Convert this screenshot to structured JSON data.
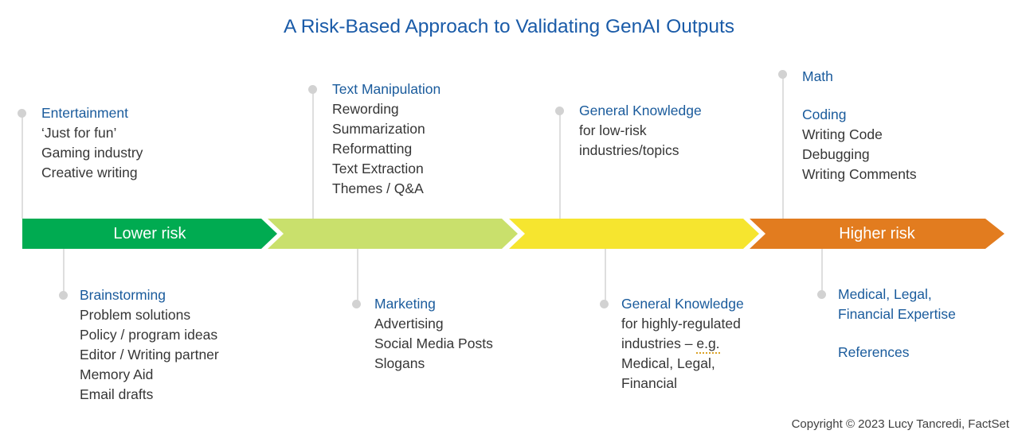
{
  "title": "A Risk-Based Approach to Validating GenAI Outputs",
  "copyright": "Copyright © 2023 Lucy Tancredi, FactSet",
  "colors": {
    "title_blue": "#1a5ba8",
    "heading_blue": "#1a5b9c",
    "body_gray": "#363636",
    "connector_gray": "#dedede",
    "squiggle_gold": "#d9a126"
  },
  "arrow": {
    "segments": [
      {
        "id": "lower-risk",
        "label": "Lower risk",
        "color": "#00ab51"
      },
      {
        "id": "low-mid",
        "label": "",
        "color": "#c9e06c"
      },
      {
        "id": "mid-high",
        "label": "",
        "color": "#f6e52f"
      },
      {
        "id": "higher-risk",
        "label": "Higher risk",
        "color": "#e27c1f"
      }
    ]
  },
  "callouts": {
    "top": [
      {
        "id": "entertainment",
        "lines": [
          {
            "style": "heading",
            "text": "Entertainment"
          },
          {
            "style": "body",
            "text": "‘Just for fun’"
          },
          {
            "style": "body",
            "text": "Gaming industry"
          },
          {
            "style": "body",
            "text": "Creative writing"
          }
        ]
      },
      {
        "id": "text-manipulation",
        "lines": [
          {
            "style": "heading",
            "text": "Text Manipulation"
          },
          {
            "style": "body",
            "text": "Rewording"
          },
          {
            "style": "body",
            "text": "Summarization"
          },
          {
            "style": "body",
            "text": "Reformatting"
          },
          {
            "style": "body",
            "text": "Text Extraction"
          },
          {
            "style": "body",
            "text": "Themes / Q&A"
          }
        ]
      },
      {
        "id": "general-knowledge-low-risk",
        "lines": [
          {
            "style": "heading",
            "text": "General Knowledge"
          },
          {
            "style": "body",
            "text": "for low-risk"
          },
          {
            "style": "body",
            "text": "industries/topics"
          }
        ]
      },
      {
        "id": "math-coding",
        "lines": [
          {
            "style": "heading",
            "text": "Math"
          },
          {
            "style": "blank"
          },
          {
            "style": "heading",
            "text": "Coding"
          },
          {
            "style": "body",
            "text": "Writing Code"
          },
          {
            "style": "body",
            "text": "Debugging"
          },
          {
            "style": "body",
            "text": "Writing Comments"
          }
        ]
      }
    ],
    "bottom": [
      {
        "id": "brainstorming",
        "lines": [
          {
            "style": "heading",
            "text": "Brainstorming"
          },
          {
            "style": "body",
            "text": "Problem solutions"
          },
          {
            "style": "body",
            "text": "Policy / program ideas"
          },
          {
            "style": "body",
            "text": "Editor / Writing partner"
          },
          {
            "style": "body",
            "text": "Memory Aid"
          },
          {
            "style": "body",
            "text": "Email drafts"
          }
        ]
      },
      {
        "id": "marketing",
        "lines": [
          {
            "style": "heading",
            "text": "Marketing"
          },
          {
            "style": "body",
            "text": "Advertising"
          },
          {
            "style": "body",
            "text": "Social Media Posts"
          },
          {
            "style": "body",
            "text": "Slogans"
          }
        ]
      },
      {
        "id": "general-knowledge-high-risk",
        "lines": [
          {
            "style": "heading",
            "text": "General Knowledge"
          },
          {
            "style": "body",
            "text": "for highly-regulated"
          },
          {
            "style": "body",
            "parts": [
              {
                "text": "industries – "
              },
              {
                "text": "e.g.",
                "squiggle": true
              }
            ]
          },
          {
            "style": "body",
            "text": "Medical, Legal,"
          },
          {
            "style": "body",
            "text": "Financial"
          }
        ]
      },
      {
        "id": "expertise-references",
        "lines": [
          {
            "style": "heading",
            "text": "Medical, Legal,"
          },
          {
            "style": "heading",
            "text": "Financial Expertise"
          },
          {
            "style": "blank"
          },
          {
            "style": "heading",
            "text": "References"
          }
        ]
      }
    ]
  }
}
